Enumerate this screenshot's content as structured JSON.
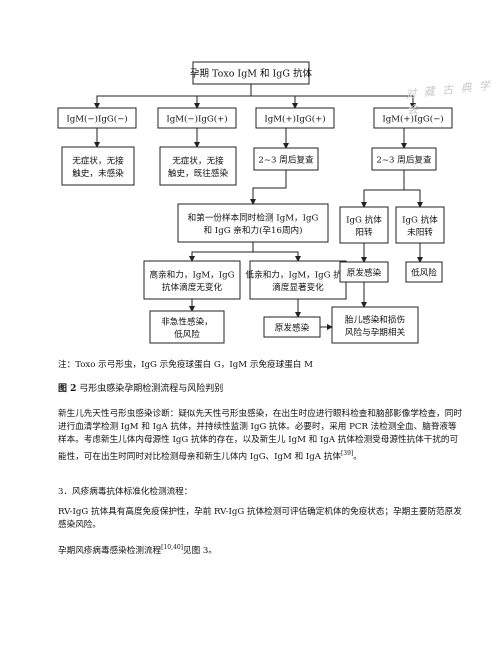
{
  "watermark": "对 藏 古 典 学 会",
  "diagram": {
    "nodes": {
      "root": [
        "孕期 Toxo IgM 和 IgG 抗体"
      ],
      "c1": [
        "IgM(−)IgG(−)"
      ],
      "c2": [
        "IgM(−)IgG(+)"
      ],
      "c3": [
        "IgM(+)IgG(+)"
      ],
      "c4": [
        "IgM(+)IgG(−)"
      ],
      "c1b": [
        "无症状，无接",
        "触史，未感染"
      ],
      "c2b": [
        "无症状，无接",
        "触史，既往感染"
      ],
      "c3b": [
        "2~3 周后复查"
      ],
      "c4b": [
        "2~3 周后复查"
      ],
      "mid": [
        "和第一份样本同时检测 IgM，IgG",
        "和 IgG 亲和力(孕16周内)"
      ],
      "hi": [
        "高亲和力，IgM，IgG",
        "抗体滴度无变化"
      ],
      "lo": [
        "低亲和力，IgM，IgG 抗体",
        "滴度显著变化"
      ],
      "acute": [
        "非急性感染，",
        "低风险"
      ],
      "primary1": [
        "原发感染"
      ],
      "fetal": [
        "胎儿感染和损伤",
        "风险与孕期相关"
      ],
      "pos": [
        "IgG 抗体",
        "阳转"
      ],
      "neg": [
        "IgG 抗体",
        "未阳转"
      ],
      "primary2": [
        "原发感染"
      ],
      "lowrisk": [
        "低风险"
      ]
    }
  },
  "note": "注：Toxo 示弓形虫，IgG 示免疫球蛋白 G，IgM 示免疫球蛋白 M",
  "figure_caption": {
    "label": "图 2",
    "text": "弓形虫感染孕期检测流程与风险判别"
  },
  "paragraphs": {
    "p1": "新生儿先天性弓形虫感染诊断：疑似先天性弓形虫感染，在出生时应进行眼科检查和脑部影像学检查，同时进行血清学检测 IgM 和 IgA 抗体，并持续性监测 IgG 抗体。必要时，采用 PCR 法检测全血、脑脊液等样本。考虑新生儿体内母源性 IgG 抗体的存在，以及新生儿 IgM 和 IgA 抗体检测受母源性抗体干扰的可能性，可在出生时同时对比检测母亲和新生儿体内 IgG、IgM 和 IgA 抗体",
    "p1_ref": "[39]",
    "p1_end": "。",
    "h3": "3．风疹病毒抗体标准化检测流程：",
    "p2": "RV-IgG 抗体具有高度免疫保护性，孕前 RV-IgG 抗体检测可评估确定机体的免疫状态；孕期主要防范原发感染风险。",
    "p3_a": "孕期风疹病毒感染检测流程",
    "p3_ref": "[10,40]",
    "p3_b": "见图 3。"
  }
}
